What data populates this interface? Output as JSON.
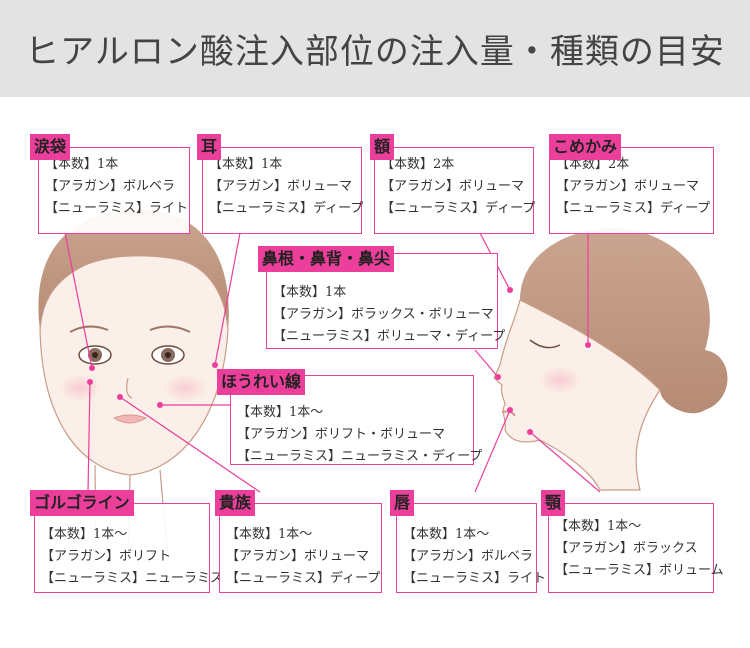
{
  "title": "ヒアルロン酸注入部位の注入量・種類の目安",
  "colors": {
    "accent": "#ec3f9b",
    "header_bg": "#e3e3e3",
    "text": "#333333"
  },
  "regions": [
    {
      "id": "namida",
      "name": "涙袋",
      "lines": [
        "【本数】1本",
        "【アラガン】ボルベラ",
        "【ニューラミス】ライト"
      ]
    },
    {
      "id": "mimi",
      "name": "耳",
      "lines": [
        "【本数】1本",
        "【アラガン】ボリューマ",
        "【ニューラミス】ディープ"
      ]
    },
    {
      "id": "hitai",
      "name": "額",
      "lines": [
        "【本数】2本",
        "【アラガン】ボリューマ",
        "【ニューラミス】ディープ"
      ]
    },
    {
      "id": "komekami",
      "name": "こめかみ",
      "lines": [
        "【本数】2本",
        "【アラガン】ボリューマ",
        "【ニューラミス】ディープ"
      ]
    },
    {
      "id": "hana",
      "name": "鼻根・鼻背・鼻尖",
      "lines": [
        "【本数】1本",
        "【アラガン】ボラックス・ボリューマ",
        "【ニューラミス】ボリューマ・ディープ"
      ]
    },
    {
      "id": "houreisen",
      "name": "ほうれい線",
      "lines": [
        "【本数】1本〜",
        "【アラガン】ボリフト・ボリューマ",
        "【ニューラミス】ニューラミス・ディープ"
      ]
    },
    {
      "id": "gorugo",
      "name": "ゴルゴライン",
      "lines": [
        "【本数】1本〜",
        "【アラガン】ボリフト",
        "【ニューラミス】ニューラミス"
      ]
    },
    {
      "id": "kizoku",
      "name": "貴族",
      "lines": [
        "【本数】1本〜",
        "【アラガン】ボリューマ",
        "【ニューラミス】ディープ"
      ]
    },
    {
      "id": "kuchibiru",
      "name": "唇",
      "lines": [
        "【本数】1本〜",
        "【アラガン】ボルベラ",
        "【ニューラミス】ライト"
      ]
    },
    {
      "id": "ago",
      "name": "顎",
      "lines": [
        "【本数】1本〜",
        "【アラガン】ボラックス",
        "【ニューラミス】ボリューム"
      ]
    }
  ]
}
